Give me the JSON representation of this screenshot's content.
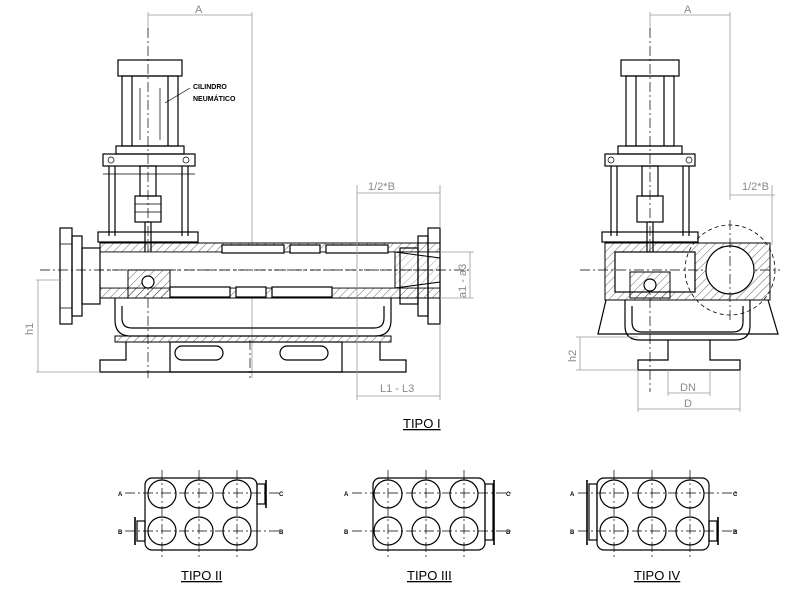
{
  "tipo1": {
    "title": "TIPO I",
    "dim_A": "A",
    "dim_half_B": "1/2*B",
    "dim_a": "a1 - a3",
    "dim_h1": "h1",
    "dim_L": "L1 - L3",
    "cylinder_label_1": "CILINDRO",
    "cylinder_label_2": "NEUMÁTICO"
  },
  "side": {
    "dim_A": "A",
    "dim_half_B": "1/2*B",
    "dim_h2": "h2",
    "dim_DN": "DN",
    "dim_D": "D"
  },
  "tipo2": {
    "title": "TIPO II",
    "port_A": "A",
    "port_B": "B",
    "port_C": "C"
  },
  "tipo3": {
    "title": "TIPO III",
    "port_A": "A",
    "port_B": "B",
    "port_C": "C"
  },
  "tipo4": {
    "title": "TIPO IV",
    "port_A": "A",
    "port_B": "B",
    "port_C": "C"
  }
}
